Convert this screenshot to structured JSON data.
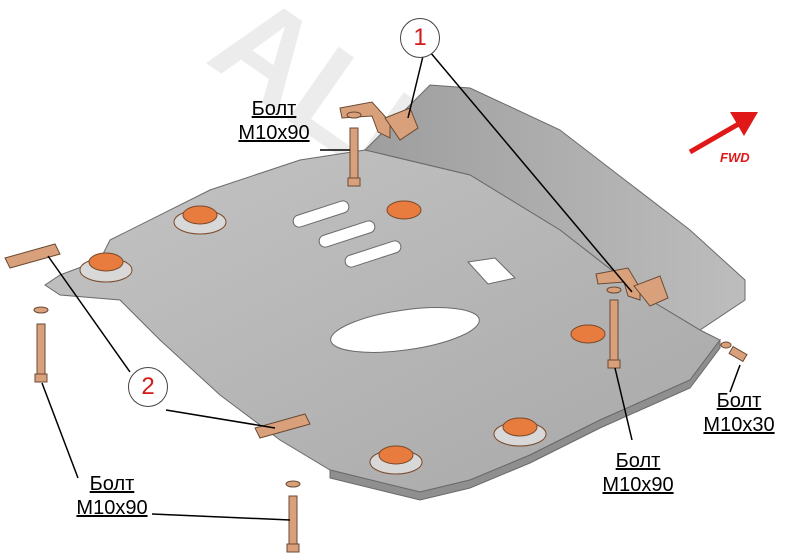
{
  "callouts": {
    "one": "1",
    "two": "2"
  },
  "fwd": {
    "label": "FWD",
    "color": "#e01818"
  },
  "bolts": {
    "top_left": {
      "name": "Болт",
      "size": "M10x90"
    },
    "bottom_left": {
      "name": "Болт",
      "size": "M10x90"
    },
    "bottom_mid": {
      "name": "Болт",
      "size": "M10x90"
    },
    "right": {
      "name": "Болт",
      "size": "M10x30"
    }
  },
  "colors": {
    "plate": "#b3b3b3",
    "pad": "#e87b3e",
    "bracket": "#d9a07c",
    "callout_text": "#d21a1a"
  }
}
